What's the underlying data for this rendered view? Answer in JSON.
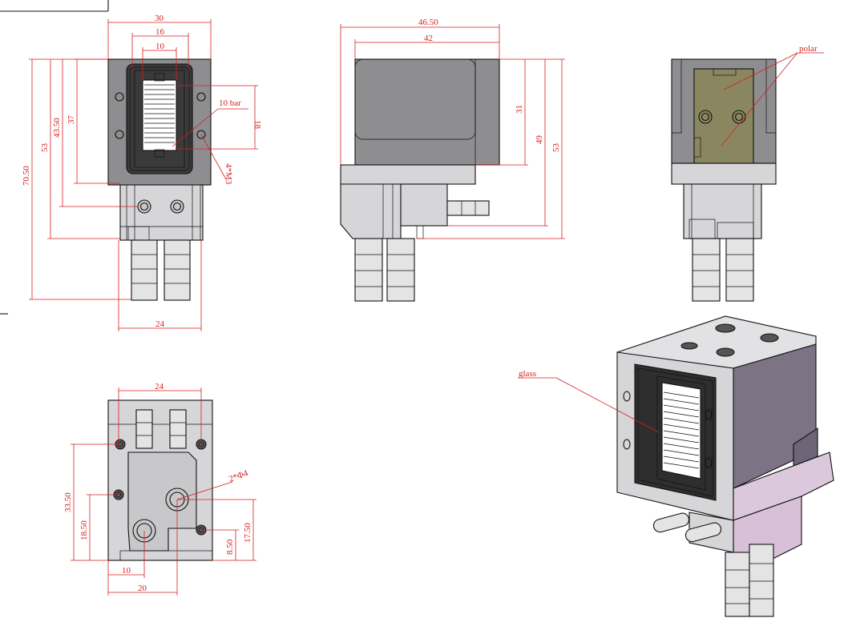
{
  "front_view": {
    "dims": {
      "width_30": "30",
      "width_16": "16",
      "width_10": "10",
      "h_37": "37",
      "h_43_50": "43.50",
      "h_53": "53",
      "h_70_50": "70.50",
      "bar_18": "18",
      "base_24": "24"
    },
    "labels": {
      "bar": "10 bar",
      "screws": "4*M3"
    }
  },
  "side_view": {
    "dims": {
      "w_46_50": "46.50",
      "w_42": "42",
      "h_31": "31",
      "h_49": "49",
      "h_53": "53"
    }
  },
  "back_view": {
    "labels": {
      "polar": "polar"
    }
  },
  "bottom_view": {
    "dims": {
      "w_24": "24",
      "h_33_50": "33.50",
      "h_18_50": "18.50",
      "h_17_50": "17.50",
      "h_8_50": "8.50",
      "w_10": "10",
      "w_20": "20"
    },
    "labels": {
      "holes": "2*Φ4"
    }
  },
  "iso_view": {
    "labels": {
      "glass": "glass"
    }
  },
  "colors": {
    "body_dark": "#8e8e90",
    "body_light": "#d6d6d8",
    "lilac": "#dcc8dc",
    "olive": "#8a8760",
    "dimension": "#d81e1e"
  }
}
